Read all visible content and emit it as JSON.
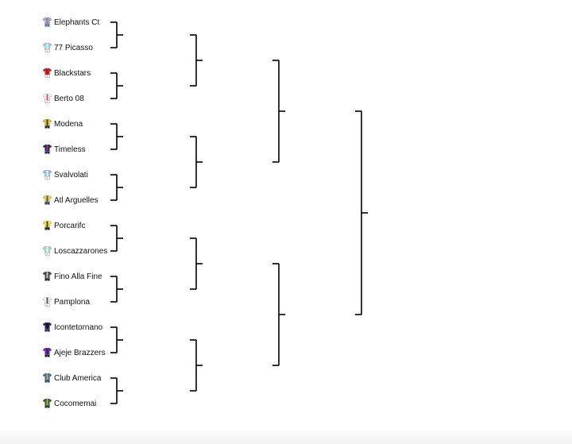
{
  "bracket": {
    "teams": [
      {
        "name": "Elephants Ct",
        "kit": {
          "body": "#8fb4d6",
          "trim": "#d05a8a",
          "shorts": "#5a7fb0"
        }
      },
      {
        "name": "77 Picasso",
        "kit": {
          "body": "#9fd0ea",
          "trim": "#e6f4fb",
          "shorts": "#ffffff"
        }
      },
      {
        "name": "Blackstars",
        "kit": {
          "body": "#d8202a",
          "trim": "#a0151c",
          "shorts": "#ffffff"
        }
      },
      {
        "name": "Berto 08",
        "kit": {
          "body": "#ffffff",
          "trim": "#c9353a",
          "shorts": "#ffffff"
        }
      },
      {
        "name": "Modena",
        "kit": {
          "body": "#f2c21b",
          "trim": "#1a2a5c",
          "shorts": "#1a2a5c"
        }
      },
      {
        "name": "Timeless",
        "kit": {
          "body": "#1f2a5a",
          "trim": "#c0306a",
          "shorts": "#1f2a5a"
        }
      },
      {
        "name": "Svalvolati",
        "kit": {
          "body": "#8cc3ea",
          "trim": "#ffffff",
          "shorts": "#ffffff"
        }
      },
      {
        "name": "Atl Arguelles",
        "kit": {
          "body": "#f0d23a",
          "trim": "#2a3f8c",
          "shorts": "#2a3f8c"
        }
      },
      {
        "name": "Porcarifc",
        "kit": {
          "body": "#f1f03a",
          "trim": "#222222",
          "shorts": "#222222"
        }
      },
      {
        "name": "Loscazzarones",
        "kit": {
          "body": "#9fd8c8",
          "trim": "#ffffff",
          "shorts": "#ffffff"
        }
      },
      {
        "name": "Fino Alla Fine",
        "kit": {
          "body": "#444444",
          "trim": "#dddddd",
          "shorts": "#222222"
        }
      },
      {
        "name": "Pamplona",
        "kit": {
          "body": "#ffffff",
          "trim": "#333333",
          "shorts": "#ffffff"
        }
      },
      {
        "name": "Icontetornano",
        "kit": {
          "body": "#1a2a5a",
          "trim": "#111111",
          "shorts": "#1a2a5a"
        }
      },
      {
        "name": "Ajeje Brazzers",
        "kit": {
          "body": "#6a2aa8",
          "trim": "#3a1670",
          "shorts": "#222222"
        }
      },
      {
        "name": "Club America",
        "kit": {
          "body": "#3a6ea8",
          "trim": "#d8b73a",
          "shorts": "#2a4f80"
        }
      },
      {
        "name": "Cocomemai",
        "kit": {
          "body": "#2f5f3a",
          "trim": "#d8b73a",
          "shorts": "#1f3a25"
        }
      }
    ]
  }
}
